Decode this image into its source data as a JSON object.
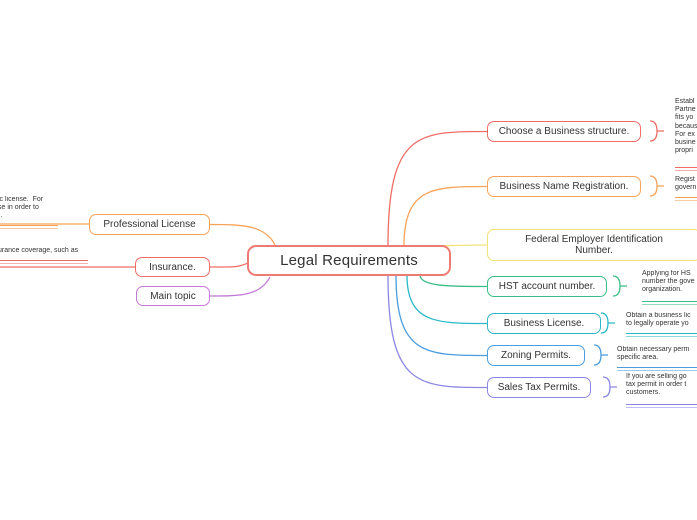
{
  "central": {
    "label": "Legal Requirements"
  },
  "right_topics": [
    {
      "label": "Choose a Business structure.",
      "color": "#f06d66"
    },
    {
      "label": "Business Name Registration.",
      "color": "#f7a35a"
    },
    {
      "label": "Federal Employer Identification Number.",
      "color": "#f3e37a"
    },
    {
      "label": "HST account number.",
      "color": "#3dbd86"
    },
    {
      "label": "Business License.",
      "color": "#2ab8c9"
    },
    {
      "label": "Zoning Permits.",
      "color": "#4a9de0"
    },
    {
      "label": "Sales Tax Permits.",
      "color": "#8c87e3"
    }
  ],
  "left_topics": [
    {
      "label": "Professional License",
      "color": "#f7a35a"
    },
    {
      "label": "Insurance.",
      "color": "#f06d66"
    },
    {
      "label": "Main topic",
      "color": "#c47ad8"
    }
  ],
  "right_notes": [
    "Establ\nPartne\nfits yo\nbecaus\nFor ex\nbusine\npropri",
    "Regist\ngovern",
    "",
    "Applying for HS\nnumber the gove\norganization.",
    "Obtain a business lic\nto legally operate yo",
    "Obtain necessary perm\nspecific area.",
    "If you are selling go\ntax permit in order t\ncustomers."
  ],
  "left_notes": [
    "ic license.  For\nse in order to\n).",
    "urance coverage, such as"
  ]
}
